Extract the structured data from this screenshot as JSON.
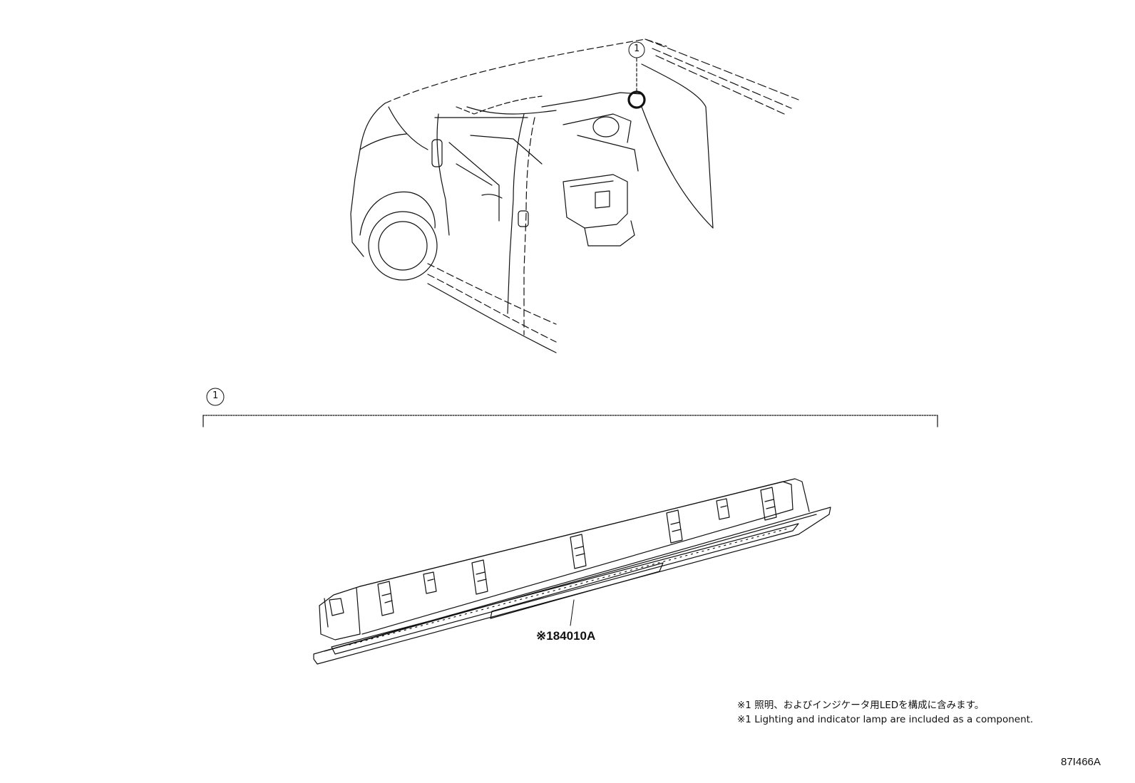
{
  "callouts": {
    "top": "1",
    "detail": "1"
  },
  "part": {
    "label": "※184010A"
  },
  "notes": {
    "jp": "※1 照明、およびインジケータ用LEDを構成に含みます。",
    "en": "※1 Lighting and indicator lamp are included as a component."
  },
  "figure_code": "87I466A",
  "colors": {
    "line": "#111111",
    "background": "#ffffff"
  }
}
